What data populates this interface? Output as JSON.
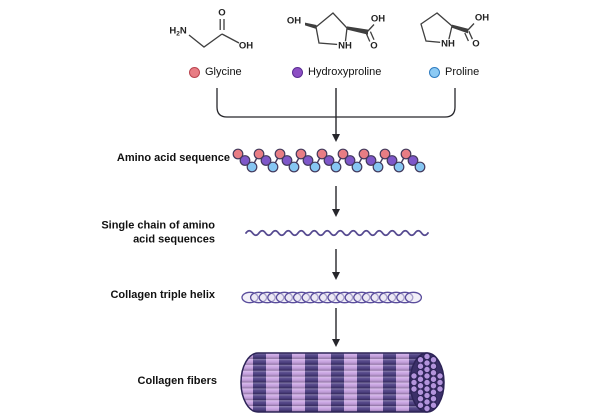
{
  "molecules": [
    {
      "name": "Glycine",
      "dot_color": "#e87d84",
      "dot_border": "#b9444f",
      "atoms": {
        "h": "H",
        "h_sub": "2",
        "n": "N",
        "o": "O",
        "oh": "OH"
      }
    },
    {
      "name": "Hydroxyproline",
      "dot_color": "#8d4fc4",
      "dot_border": "#5a2d92",
      "atoms": {
        "ho": "OH",
        "nh": "NH",
        "oh": "OH",
        "o": "O"
      }
    },
    {
      "name": "Proline",
      "dot_color": "#8ccaf4",
      "dot_border": "#2f7cc0",
      "atoms": {
        "nh": "NH",
        "oh": "OH",
        "o": "O"
      }
    }
  ],
  "steps": [
    {
      "label": "Amino acid sequence"
    },
    {
      "label": "Single chain of amino acid sequences"
    },
    {
      "label": "Collagen triple helix"
    },
    {
      "label": "Collagen fibers"
    }
  ],
  "sequence": {
    "pattern": [
      "Glycine",
      "Hydroxyproline",
      "Proline"
    ],
    "repeats": 9
  },
  "colors": {
    "bond": "#3f3f3f",
    "arrow": "#26262b",
    "bead_outline": "#42395c",
    "beads": {
      "Glycine": "#e87d84",
      "Hydroxyproline": "#7e57c9",
      "Proline": "#86c6f2"
    },
    "wave": "#564a90",
    "helix_stroke": "#5a4d9c",
    "helix_fill": "rgba(231,227,243,0.55)",
    "fiber_light": "#c9a3e3",
    "fiber_dark": "#4b3d82",
    "fiber_outline": "#2d2457",
    "cap_bg": "#3b3069",
    "cap_circle": "#b394dc"
  }
}
